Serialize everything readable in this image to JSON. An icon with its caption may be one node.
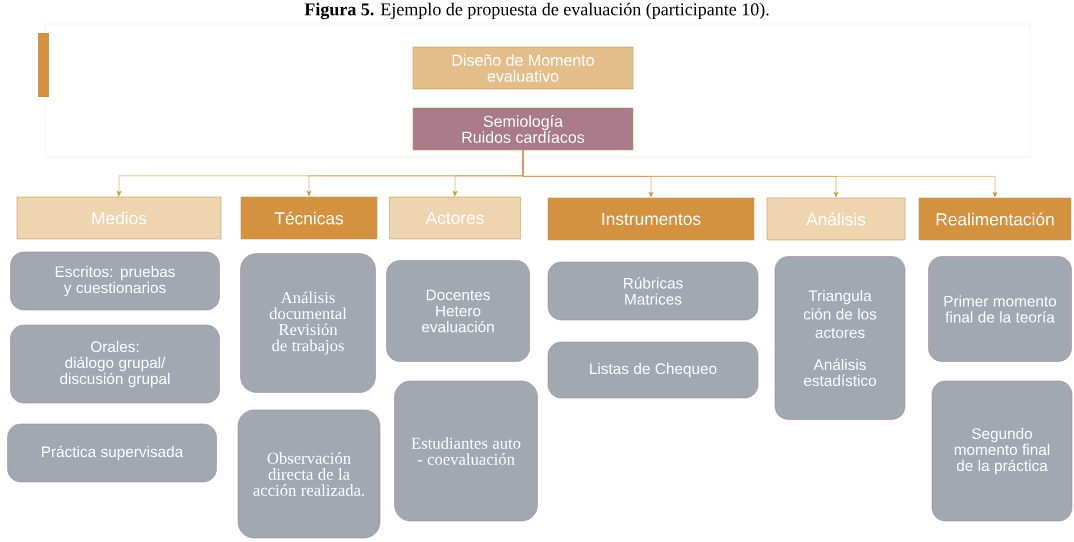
{
  "diagram": {
    "title": "**Figura 5.** Ejemplo de propuesta de evaluación (participante 10).",
    "nodes": [
      {
        "text": [
          "Diseño de Momento evaluativo"
        ]
      },
      {
        "text": [
          "Semiología Ruidos cardíacos"
        ]
      },
      {
        "text": [
          "Medios"
        ]
      },
      {
        "text": [
          "Técnicas"
        ]
      },
      {
        "text": [
          "Actores"
        ]
      },
      {
        "text": [
          "Instrumentos"
        ]
      },
      {
        "text": [
          "Análisis"
        ]
      },
      {
        "text": [
          "Realimentación"
        ]
      },
      {
        "text": [
          "Escritos: pruebas y cuestionarios"
        ]
      },
      {
        "text": [
          "Orales: diálogo grupal/ discusión grupal"
        ]
      },
      {
        "text": [
          "Práctica supervisada"
        ]
      },
      {
        "text": [
          "Análisis documental Revisión de trabajos"
        ]
      },
      {
        "text": [
          "Observación directa de la acción realizada."
        ]
      },
      {
        "text": [
          "Docentes Hetero evaluación"
        ]
      },
      {
        "text": [
          "Estudiantes auto - coevaluación"
        ]
      },
      {
        "text": [
          "Rúbricas Matrices"
        ]
      },
      {
        "text": [
          "Listas de Chequeo"
        ]
      },
      {
        "text": [
          "Triangula ción de los actores",
          "Análisis estadístico"
        ]
      },
      {
        "text": [
          "Primer momento final de la teoría"
        ]
      },
      {
        "text": [
          "Segundo momento final de la práctica"
        ]
      }
    ],
    "edges": [
      {
        "from": 1,
        "to": 2,
        "arrow": "to"
      },
      {
        "from": 1,
        "to": 3,
        "arrow": "to"
      },
      {
        "from": 1,
        "to": 4,
        "arrow": "to"
      },
      {
        "from": 1,
        "to": 5,
        "arrow": "to"
      },
      {
        "from": 1,
        "to": 6,
        "arrow": "to"
      },
      {
        "from": 1,
        "to": 7,
        "arrow": "to"
      }
    ]
  }
}
